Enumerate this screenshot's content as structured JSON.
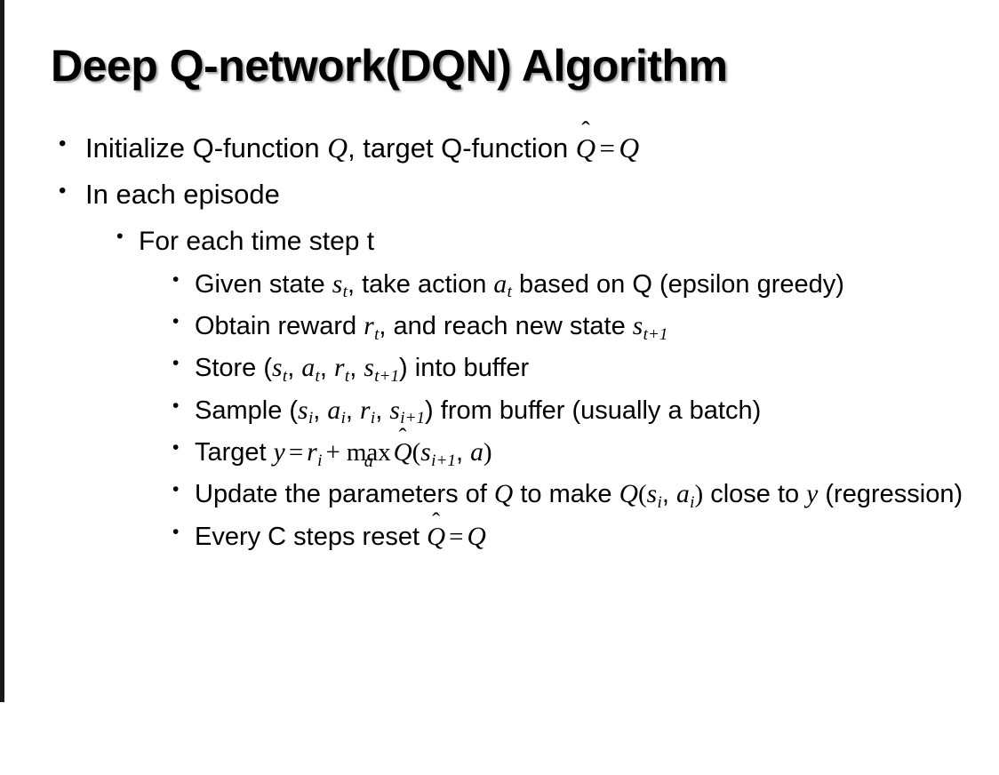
{
  "slide": {
    "title": "Deep Q-network(DQN) Algorithm",
    "background_color": "#ffffff",
    "text_color": "#000000",
    "edge_accent_color": "#1a1a1a",
    "bullet_glyph": "•"
  },
  "content": {
    "b1": {
      "pre": "Initialize Q-function ",
      "var_q1": "Q",
      "mid": ", target Q-function ",
      "hat_glyph": "̂",
      "var_qhat": "Q",
      "eq": "=",
      "var_q2": "Q"
    },
    "b2": {
      "text": "In each episode"
    },
    "b3": {
      "text": "For each time step t"
    },
    "b4": {
      "pre": "Given state ",
      "var_s": "s",
      "sub_s": "t",
      "mid": ", take action ",
      "var_a": "a",
      "sub_a": "t",
      "post": " based on Q (epsilon greedy)"
    },
    "b5": {
      "pre": "Obtain reward ",
      "var_r": "r",
      "sub_r": "t",
      "mid": ", and reach new state ",
      "var_s": "s",
      "sub_s": "t+1"
    },
    "b6": {
      "pre": "Store (",
      "var_s1": "s",
      "sub_s1": "t",
      "sep1": ", ",
      "var_a": "a",
      "sub_a": "t",
      "sep2": ", ",
      "var_r": "r",
      "sub_r": "t",
      "sep3": ", ",
      "var_s2": "s",
      "sub_s2": "t+1",
      "post": ") into buffer"
    },
    "b7": {
      "pre": "Sample (",
      "var_s1": "s",
      "sub_s1": "i",
      "sep1": ", ",
      "var_a": "a",
      "sub_a": "i",
      "sep2": ", ",
      "var_r": "r",
      "sub_r": "i",
      "sep3": ", ",
      "var_s2": "s",
      "sub_s2": "i+1",
      "post": ") from buffer (usually a batch)"
    },
    "b8": {
      "pre": "Target ",
      "var_y": "y",
      "eq": "=",
      "var_r": "r",
      "sub_r": "i",
      "plus": "+",
      "op_max": "max",
      "op_max_sub": "a",
      "hat_glyph": "̂",
      "var_qhat": "Q",
      "paren_open": "(",
      "var_s": "s",
      "sub_s": "i+1",
      "comma": ", ",
      "var_a": "a",
      "paren_close": ")"
    },
    "b9": {
      "pre": "Update the parameters of ",
      "var_q1": "Q",
      "mid": " to make ",
      "var_q2": "Q",
      "paren_open": "(",
      "var_s": "s",
      "sub_s": "i",
      "comma": ", ",
      "var_a": "a",
      "sub_a": "i",
      "paren_close": ")",
      "post": " close to ",
      "var_y": "y",
      "tail": " (regression)"
    },
    "b10": {
      "pre": "Every C steps reset ",
      "hat_glyph": "̂",
      "var_qhat": "Q",
      "eq": "=",
      "var_q": "Q"
    }
  }
}
